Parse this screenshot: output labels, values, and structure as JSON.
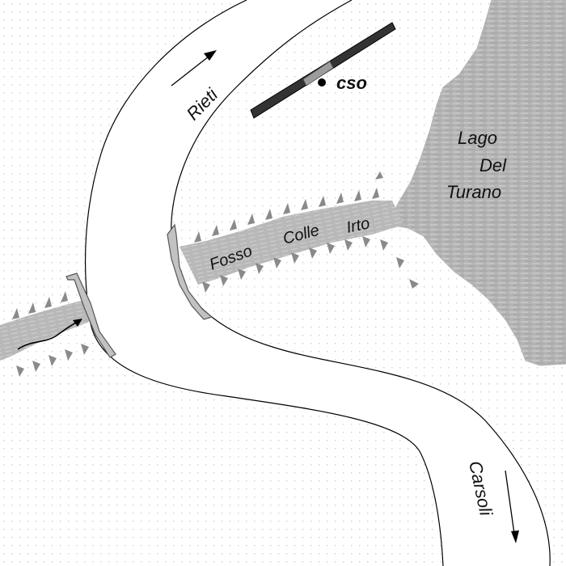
{
  "map": {
    "labels": {
      "road_north": "Rieti",
      "road_south": "Carsoli",
      "stream_word_1": "Fosso",
      "stream_word_2": "Colle",
      "stream_word_3": "Irto",
      "lake_line_1": "Lago",
      "lake_line_2": "Del",
      "lake_line_3": "Turano",
      "station": "cso"
    },
    "colors": {
      "background": "#ffffff",
      "dot_pattern": "#d0d0d0",
      "lake": "#b4b4b4",
      "stream_bed": "#b8b8b8",
      "bank_ticks": "#8a8a8a",
      "bridge_fill": "#c2c2c2",
      "bridge_stroke": "#555555",
      "road_edge": "#000000",
      "station_bar": "#333333"
    },
    "icons": [
      "north-direction-arrow-icon",
      "south-direction-arrow-icon",
      "flow-arrow-icon",
      "station-marker-icon"
    ]
  }
}
